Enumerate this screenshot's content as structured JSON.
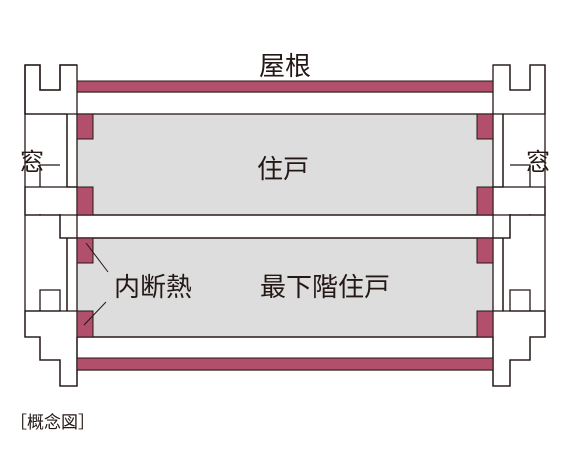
{
  "labels": {
    "roof": "屋根",
    "window_left": "窓",
    "window_right": "窓",
    "dwelling": "住戸",
    "bottom_dwelling": "最下階住戸",
    "insulation": "内断熱",
    "caption": "［概念図］"
  },
  "colors": {
    "insulation": "#b24f6c",
    "dwelling_fill": "#dedddd",
    "line": "#231815",
    "background": "#ffffff"
  }
}
